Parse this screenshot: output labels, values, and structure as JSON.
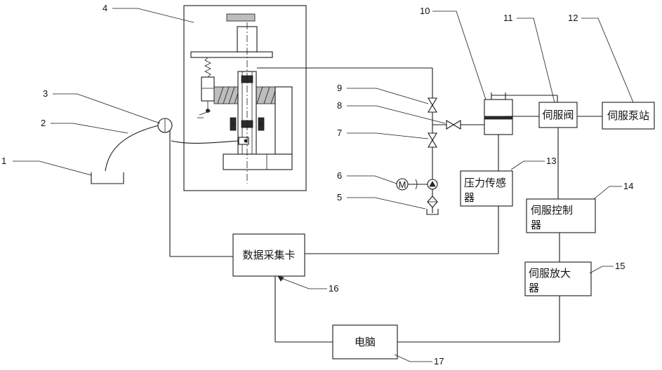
{
  "blocks": {
    "servo_valve": "伺服阀",
    "servo_pump_station": "伺服泵站",
    "pressure_sensor_l1": "压力传感",
    "pressure_sensor_l2": "器",
    "servo_controller_l1": "伺服控制",
    "servo_controller_l2": "器",
    "servo_amplifier_l1": "伺服放大",
    "servo_amplifier_l2": "器",
    "daq_card": "数据采集卡",
    "computer": "电脑",
    "motor_symbol": "M"
  },
  "callouts": [
    "1",
    "2",
    "3",
    "4",
    "5",
    "6",
    "7",
    "8",
    "9",
    "10",
    "11",
    "12",
    "13",
    "14",
    "15",
    "16",
    "17"
  ]
}
